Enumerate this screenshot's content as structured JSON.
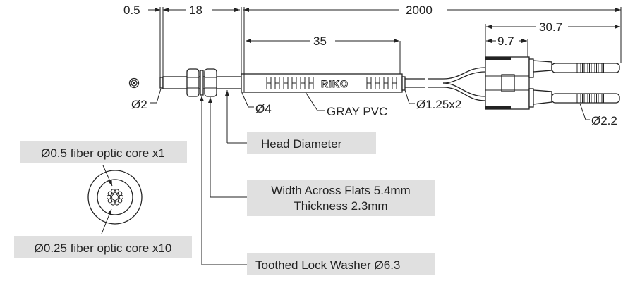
{
  "dimensions": {
    "tip_length": "0.5",
    "probe_length": "18",
    "cable_length": "2000",
    "sleeve_length": "35",
    "connector_length": "30.7",
    "connector_body": "9.7",
    "tip_diameter": "Ø2",
    "head_diameter": "Ø4",
    "sleeve_material": "GRAY PVC",
    "cable_diameter": "Ø1.25x2",
    "pin_diameter": "Ø2.2"
  },
  "brand": "RiKO",
  "callouts": {
    "head": "Head Diameter",
    "flats_line1": "Width Across Flats 5.4mm",
    "flats_line2": "Thickness 2.3mm",
    "washer": "Toothed Lock Washer Ø6.3"
  },
  "cross_section": {
    "core_center": "Ø0.5 fiber optic core x1",
    "core_outer": "Ø0.25 fiber optic core x10"
  },
  "colors": {
    "label_bg": "#e0e0e0",
    "line": "#222222"
  }
}
